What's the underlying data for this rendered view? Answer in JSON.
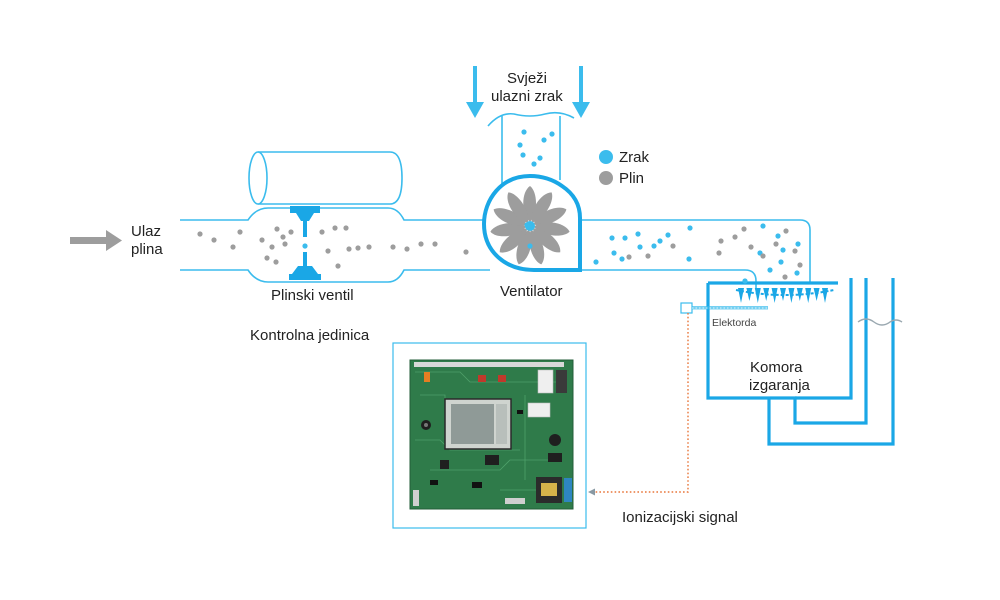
{
  "labels": {
    "gas_inlet": [
      "Ulaz",
      "plina"
    ],
    "fresh_air": [
      "Svježi",
      "ulazni zrak"
    ],
    "legend_air": "Zrak",
    "legend_gas": "Plin",
    "gas_valve": "Plinski ventil",
    "fan": "Ventilator",
    "electrode": "Elektorda",
    "control_unit": "Kontrolna jedinica",
    "combustion_chamber": [
      "Komora",
      "izgaranja"
    ],
    "ionization_signal": "Ionizacijski signal"
  },
  "colors": {
    "air": "#3bbced",
    "gas": "#9d9d9d",
    "pipe": "#3bbced",
    "chamber": "#1aa7e6",
    "inlet_arrow": "#9d9d9d",
    "signal": "#e8763a",
    "board": "#2f7b4a"
  },
  "icons": {
    "fan": "fan-icon",
    "valve": "gas-valve-icon",
    "board": "circuit-board-icon",
    "electrode": "electrode-icon",
    "flame": "burner-flame-icon"
  }
}
